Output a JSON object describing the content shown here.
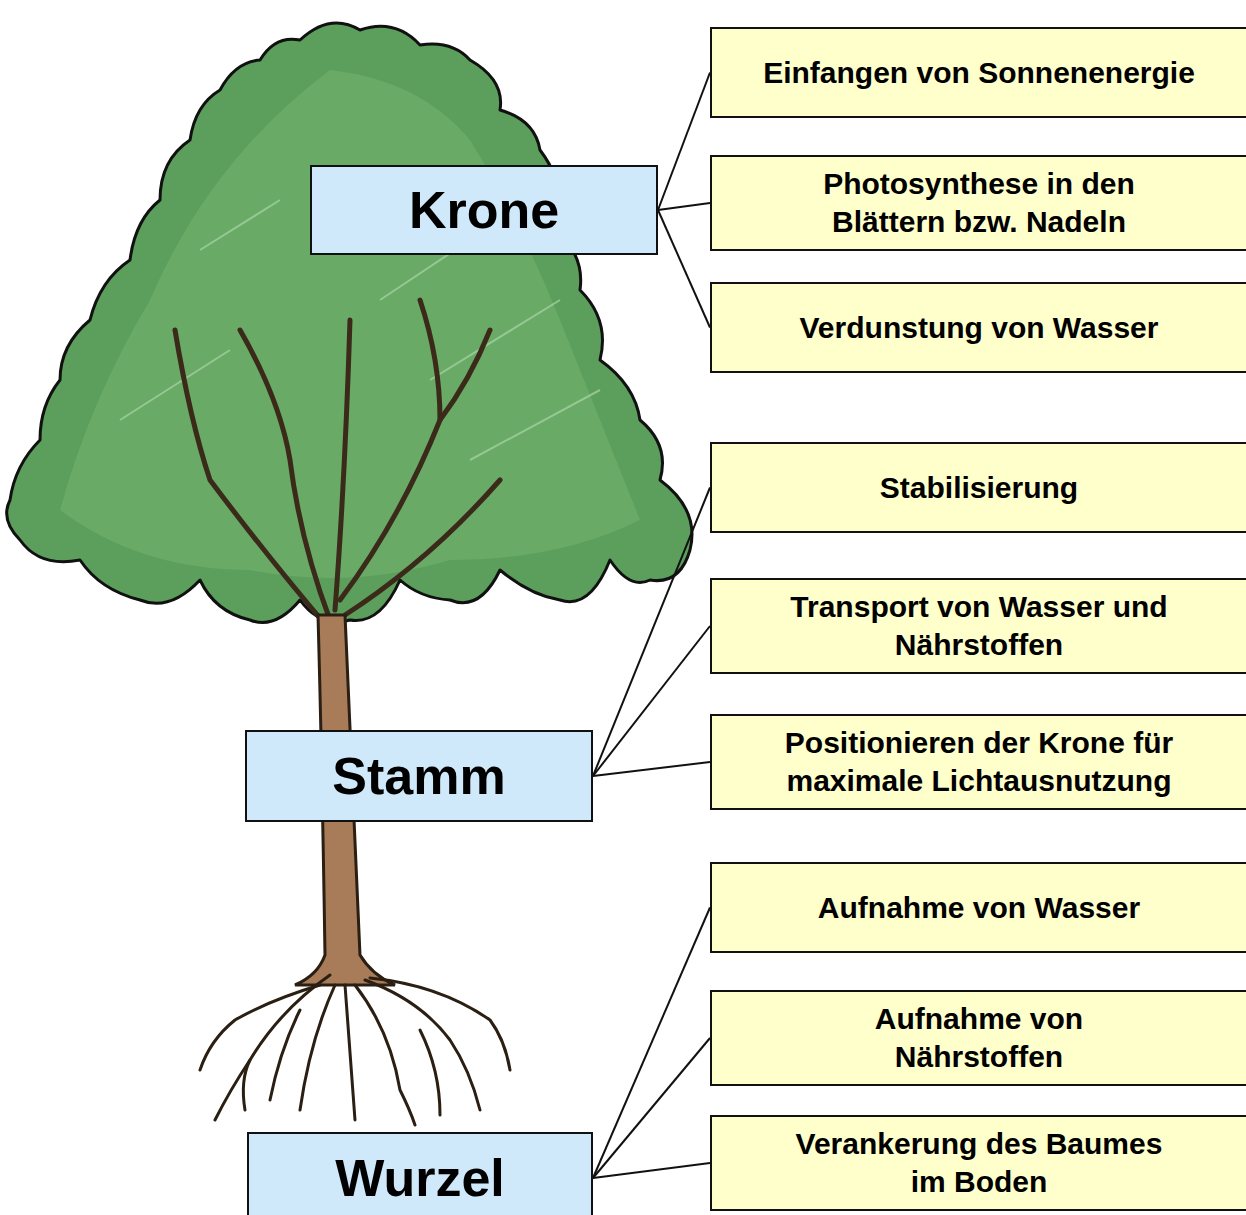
{
  "diagram": {
    "nodes": [
      {
        "text": [
          "Krone"
        ]
      },
      {
        "text": [
          "Einfangen von Sonnenenergie"
        ]
      },
      {
        "text": [
          "Photosynthese in den Blättern bzw. Nadeln"
        ]
      },
      {
        "text": [
          "Verdunstung von Wasser"
        ]
      },
      {
        "text": [
          "Stamm"
        ]
      },
      {
        "text": [
          "Stabilisierung"
        ]
      },
      {
        "text": [
          "Transport von Wasser und Nährstoffen"
        ]
      },
      {
        "text": [
          "Positionieren der Krone für maximale Lichtausnutzung"
        ]
      },
      {
        "text": [
          "Wurzel"
        ]
      },
      {
        "text": [
          "Aufnahme von Wasser"
        ]
      },
      {
        "text": [
          "Aufnahme von Nährstoffen"
        ]
      },
      {
        "text": [
          "Verankerung des Baumes im Boden"
        ]
      }
    ],
    "edges": [
      {
        "from": 0,
        "to": 1,
        "arrow": "none"
      },
      {
        "from": 0,
        "to": 2,
        "arrow": "none"
      },
      {
        "from": 0,
        "to": 3,
        "arrow": "none"
      },
      {
        "from": 4,
        "to": 5,
        "arrow": "none"
      },
      {
        "from": 4,
        "to": 6,
        "arrow": "none"
      },
      {
        "from": 4,
        "to": 7,
        "arrow": "none"
      },
      {
        "from": 8,
        "to": 9,
        "arrow": "none"
      },
      {
        "from": 8,
        "to": 10,
        "arrow": "none"
      },
      {
        "from": 8,
        "to": 11,
        "arrow": "none"
      }
    ]
  }
}
